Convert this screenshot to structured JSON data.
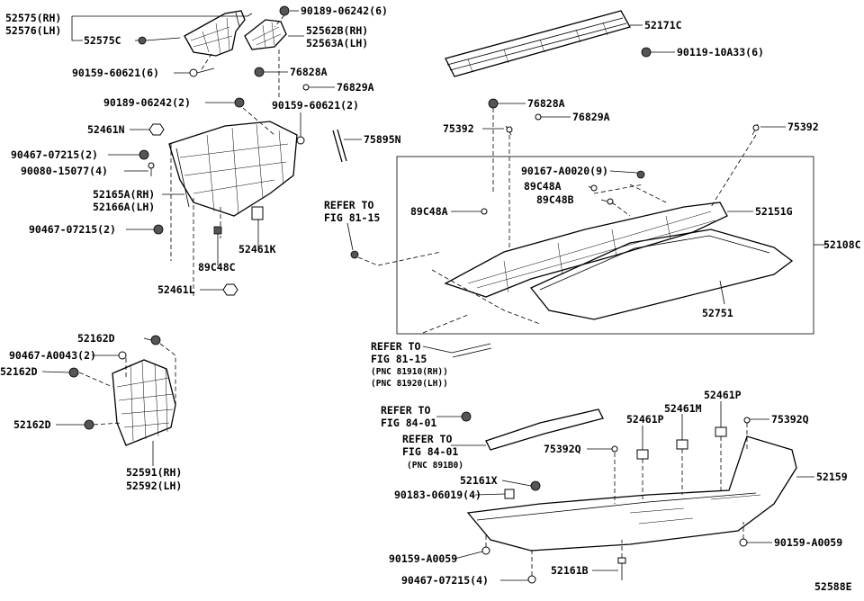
{
  "labels": {
    "p52575_rh": "52575(RH)",
    "p52576_lh": "52576(LH)",
    "p52575c": "52575C",
    "p90189_06242_6": "90189-06242(6)",
    "p52562b_rh": "52562B(RH)",
    "p52563a_lh": "52563A(LH)",
    "p90159_60621_6": "90159-60621(6)",
    "p76828a_1": "76828A",
    "p76829a_1": "76829A",
    "p90189_06242_2": "90189-06242(2)",
    "p90159_60621_2": "90159-60621(2)",
    "p52461n": "52461N",
    "p75895n": "75895N",
    "p90467_07215_2a": "90467-07215(2)",
    "p90080_15077_4": "90080-15077(4)",
    "p52165a_rh": "52165A(RH)",
    "p52166a_lh": "52166A(LH)",
    "p90467_07215_2b": "90467-07215(2)",
    "p52461k": "52461K",
    "p89c48c": "89C48C",
    "p52461l": "52461L",
    "p52171c": "52171C",
    "p90119_10a33_6": "90119-10A33(6)",
    "p76828a_2": "76828A",
    "p76829a_2": "76829A",
    "p75392_1": "75392",
    "p75392_2": "75392",
    "p90167_a0020_9": "90167-A0020(9)",
    "p89c48a_1": "89C48A",
    "p89c48b": "89C48B",
    "p89c48a_2": "89C48A",
    "p52151g": "52151G",
    "p52108c": "52108C",
    "p52751": "52751",
    "refer_1_a": "REFER TO",
    "refer_1_b": "FIG 81-15",
    "refer_2_a": "REFER TO",
    "refer_2_b": "FIG 81-15",
    "refer_2_c": "(PNC 81910(RH))",
    "refer_2_d": "(PNC 81920(LH))",
    "p52162d_1": "52162D",
    "p90467_a0043_2": "90467-A0043(2)",
    "p52162d_2": "52162D",
    "p52162d_3": "52162D",
    "p52591_rh": "52591(RH)",
    "p52592_lh": "52592(LH)",
    "refer_3_a": "REFER TO",
    "refer_3_b": "FIG 84-01",
    "refer_4_a": "REFER TO",
    "refer_4_b": "FIG 84-01",
    "refer_4_c": "(PNC 891B0)",
    "p52461p_1": "52461P",
    "p52461m": "52461M",
    "p52461p_2": "52461P",
    "p75392q_1": "75392Q",
    "p75392q_2": "75392Q",
    "p52161x": "52161X",
    "p90183_06019_4": "90183-06019(4)",
    "p52159": "52159",
    "p90159_a0059_1": "90159-A0059",
    "p90159_a0059_2": "90159-A0059",
    "p90467_07215_4": "90467-07215(4)",
    "p52161b": "52161B",
    "fig_code": "52588E"
  }
}
